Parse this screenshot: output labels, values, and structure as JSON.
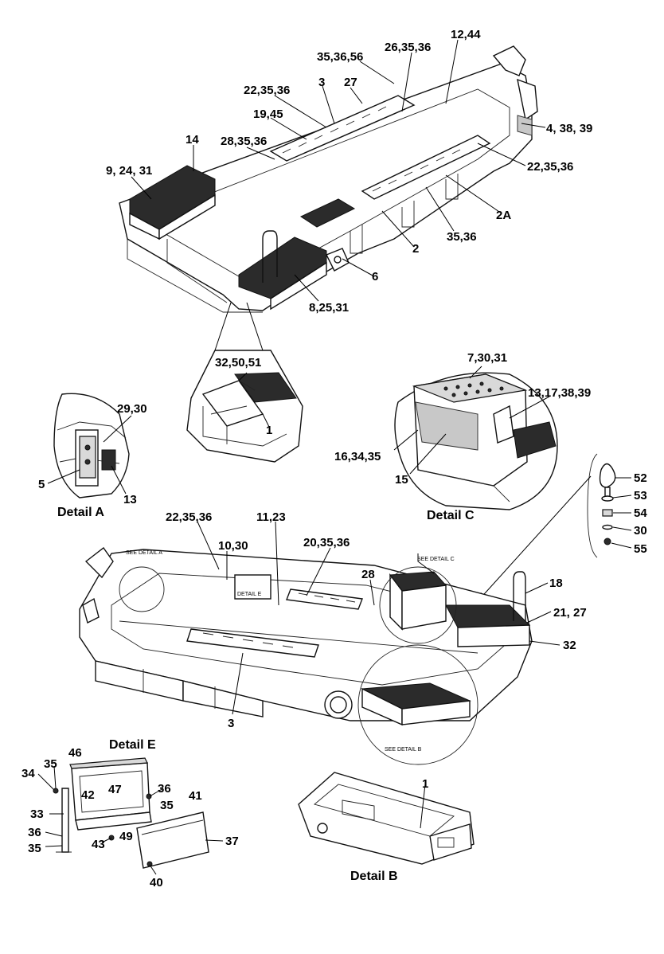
{
  "callouts": {
    "c_35_36_56": "35,36,56",
    "c_26_35_36": "26,35,36",
    "c_12_44": "12,44",
    "c_3_top": "3",
    "c_27_top": "27",
    "c_22_35_36_a": "22,35,36",
    "c_19_45": "19,45",
    "c_4_38_39": "4, 38, 39",
    "c_14": "14",
    "c_28_35_36": "28,35,36",
    "c_9_24_31": "9, 24, 31",
    "c_22_35_36_b": "22,35,36",
    "c_2A": "2A",
    "c_35_36": "35,36",
    "c_2": "2",
    "c_6": "6",
    "c_8_25_31": "8,25,31",
    "c_32_50_51": "32,50,51",
    "c_1_zoom": "1",
    "c_29_30": "29,30",
    "c_5": "5",
    "c_13_a": "13",
    "c_7_30_31": "7,30,31",
    "c_13_17_38_39": "13,17,38,39",
    "c_16_34_35": "16,34,35",
    "c_15": "15",
    "c_52": "52",
    "c_53": "53",
    "c_54": "54",
    "c_30_right": "30",
    "c_55": "55",
    "c_22_35_36_c": "22,35,36",
    "c_11_23": "11,23",
    "c_10_30": "10,30",
    "c_20_35_36": "20,35,36",
    "c_28": "28",
    "c_18": "18",
    "c_21_27": "21, 27",
    "c_32": "32",
    "c_3_bottom": "3",
    "c_46": "46",
    "c_34": "34",
    "c_35_e1": "35",
    "c_42": "42",
    "c_47": "47",
    "c_36_e1": "36",
    "c_35_e2": "35",
    "c_41": "41",
    "c_33": "33",
    "c_36_e2": "36",
    "c_35_e3": "35",
    "c_43": "43",
    "c_49": "49",
    "c_37": "37",
    "c_40": "40",
    "c_1_detailb": "1"
  },
  "titles": {
    "detail_a": "Detail A",
    "detail_b": "Detail B",
    "detail_c": "Detail C",
    "detail_e": "Detail E"
  },
  "notes": {
    "see_detail_a": "SEE DETAIL A",
    "see_detail_b": "SEE DETAIL B",
    "see_detail_c": "SEE DETAIL C",
    "detail_e_tag": "DETAIL E"
  }
}
